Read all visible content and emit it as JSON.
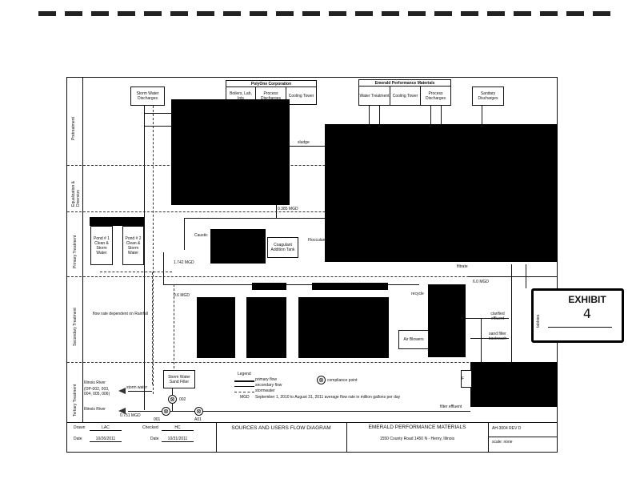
{
  "lanes": [
    "Pretreatment",
    "Equalization & Diversion",
    "Primary Treatment",
    "Secondary Treatment",
    "Tertiary Treatment"
  ],
  "sources": {
    "storm_water": "Storm Water Discharges",
    "polyone": {
      "title": "PolyOne Corporation",
      "items": [
        "Boilers, Lab, Ints",
        "Process Discharges",
        "Cooling Tower"
      ]
    },
    "emerald": {
      "title": "Emerald Performance Materials",
      "items": [
        "Water Treatment",
        "Cooling Tower",
        "Process Discharges"
      ]
    },
    "sanitary": "Sanitary Discharges"
  },
  "labels": {
    "sludge": "sludge",
    "flow_0385": "0.385 MGD",
    "caustic": "Caustic",
    "coagulant": "Coagulant Addition Tank",
    "flocculant": "Flocculant",
    "flow_1742": "1.742 MGD",
    "filtrate": "filtrate",
    "flow_60": "6.0 MGD",
    "flow_06": "0.6 MGD",
    "recycle": "recycle",
    "rainfall": "flow rate dependent on Rainfall",
    "air_blowers": "Air Blowers",
    "clarified": "clarified effluent",
    "backwash": "sand filter backwash",
    "pond1": "Pond # 1 Clean & Storm Water",
    "pond2": "Pond # 2 Clean & Storm Water",
    "sand_filter": "Storm Water Sand Filter",
    "river1": "Illinois River",
    "river1_outfalls": "(OP-002, 003, 004, 005, 006)",
    "storm_water_label": "storm water",
    "river2": "Illinois River",
    "flow_0751": "0.751 MGD",
    "cp_002": "002",
    "cp_001": "001",
    "cp_a01": "A01",
    "filter_effluent": "filter effluent",
    "f_partial": "F"
  },
  "legend": {
    "title": "Legend",
    "primary": "primary flow",
    "secondary": "secondary flow",
    "stormwater": "stormwater",
    "mgd_key": "MGD",
    "mgd_desc": "September 1, 2010 to August 31, 2011 average flow rate in million gallons per day",
    "compliance": "compliance point"
  },
  "title_block": {
    "drawn_label": "Drawn",
    "drawn": "LAC",
    "checked_label": "Checked",
    "checked": "HC",
    "date_label": "Date",
    "date1": "10/26/2011",
    "date2": "10/31/2011",
    "title": "SOURCES AND USERS FLOW DIAGRAM",
    "company": "EMERALD PERFORMANCE MATERIALS",
    "address": "1550 County Road 1450 N - Henry, Illinois",
    "drawing_no": "AH-3004 REV D",
    "scale": "scale: none"
  },
  "exhibit": {
    "title": "EXHIBIT",
    "number": "4",
    "vendor": "tabbies"
  }
}
